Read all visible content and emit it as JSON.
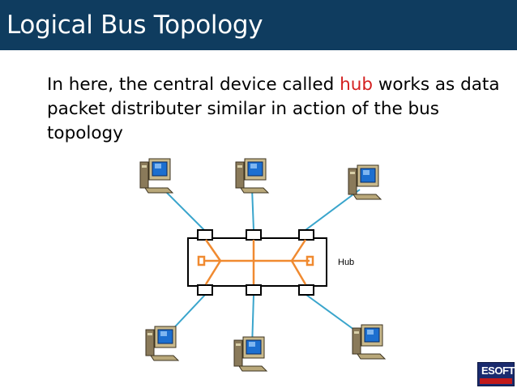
{
  "slide": {
    "title": "Logical Bus Topology",
    "body_pre": "In here, the central device called ",
    "body_highlight": "hub",
    "body_post": " works as data packet distributer similar in action of the bus topology"
  },
  "diagram": {
    "hub_label": "Hub",
    "computers": [
      "computer-top-left",
      "computer-top-center",
      "computer-top-right",
      "computer-bottom-left",
      "computer-bottom-center",
      "computer-bottom-right"
    ]
  },
  "colors": {
    "title_bar": "#0f3c5f",
    "highlight": "#d42020",
    "cable": "#3aa5cc",
    "hub_bus": "#f08a30"
  },
  "logo": {
    "text": "ESOFT"
  }
}
